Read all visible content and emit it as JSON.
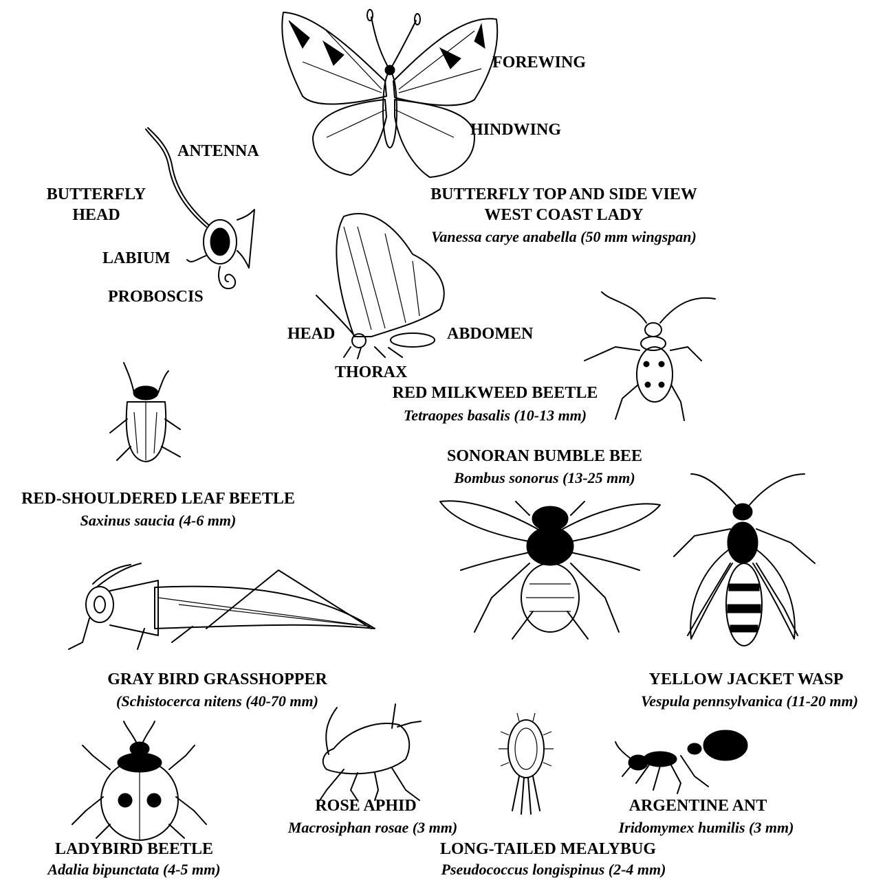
{
  "labels": {
    "forewing": "FOREWING",
    "hindwing": "HINDWING",
    "antenna": "ANTENNA",
    "butterfly_head": "BUTTERFLY\nHEAD",
    "labium": "LABIUM",
    "proboscis": "PROBOSCIS",
    "head": "HEAD",
    "abdomen": "ABDOMEN",
    "thorax": "THORAX"
  },
  "species": [
    {
      "common": "BUTTERFLY TOP AND SIDE VIEW\nWEST COAST LADY",
      "scientific": "Vanessa carye anabella (50 mm wingspan)"
    },
    {
      "common": "RED MILKWEED BEETLE",
      "scientific": "Tetraopes basalis (10-13 mm)"
    },
    {
      "common": "SONORAN BUMBLE BEE",
      "scientific": "Bombus sonorus (13-25 mm)"
    },
    {
      "common": "RED-SHOULDERED LEAF BEETLE",
      "scientific": "Saxinus saucia (4-6 mm)"
    },
    {
      "common": "GRAY BIRD GRASSHOPPER",
      "scientific": "(Schistocerca nitens (40-70 mm)"
    },
    {
      "common": "YELLOW JACKET WASP",
      "scientific": "Vespula pennsylvanica (11-20 mm)"
    },
    {
      "common": "ROSE APHID",
      "scientific": "Macrosiphan rosae (3 mm)"
    },
    {
      "common": "ARGENTINE ANT",
      "scientific": "Iridomymex humilis (3 mm)"
    },
    {
      "common": "LADYBIRD BEETLE",
      "scientific": "Adalia bipunctata (4-5 mm)"
    },
    {
      "common": "LONG-TAILED MEALYBUG",
      "scientific": "Pseudococcus longispinus (2-4 mm)"
    }
  ]
}
